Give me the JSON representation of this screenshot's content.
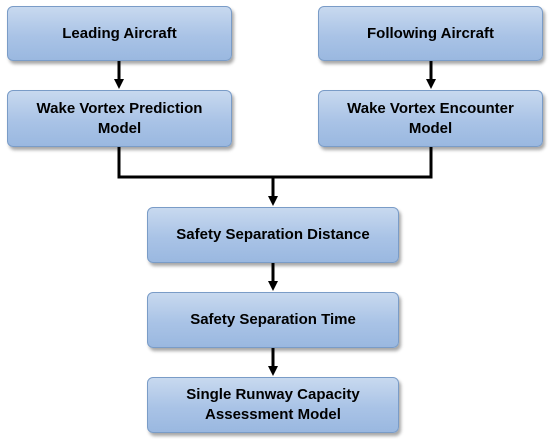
{
  "nodes": {
    "leading_aircraft": "Leading Aircraft",
    "following_aircraft": "Following Aircraft",
    "wake_vortex_prediction_model": "Wake Vortex Prediction\nModel",
    "wake_vortex_encounter_model": "Wake Vortex Encounter\nModel",
    "safety_separation_distance": "Safety Separation Distance",
    "safety_separation_time": "Safety Separation Time",
    "single_runway_capacity_assessment_model": "Single Runway Capacity\nAssessment Model"
  },
  "colors": {
    "box_fill_top": "#c8d9ef",
    "box_fill_bottom": "#9ab8e0",
    "box_border": "#7a9cc7",
    "connector": "#000000"
  }
}
